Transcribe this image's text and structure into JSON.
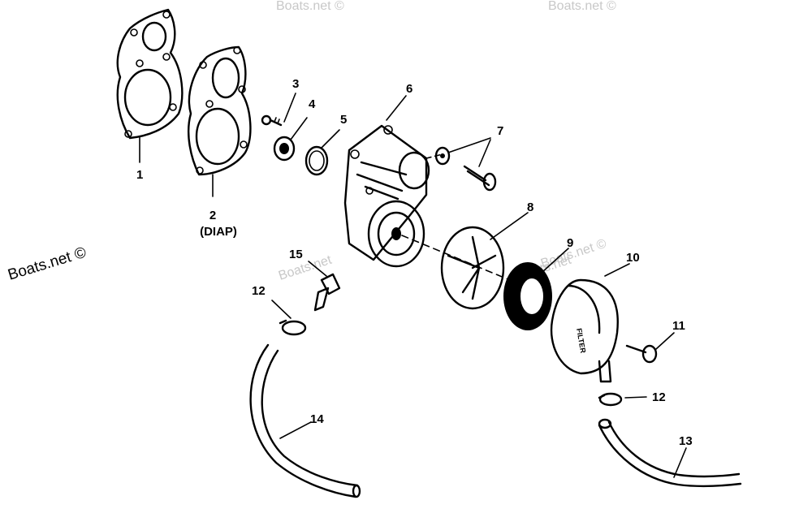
{
  "watermarks": {
    "main": "Boats.net ©",
    "faint": [
      "Boats.net ©",
      "Boats.net ©",
      "Boats.net ©",
      "Boats.net",
      "Boats.net"
    ]
  },
  "filter_text": "FILTER",
  "callouts": [
    {
      "id": "1",
      "label": "1"
    },
    {
      "id": "2",
      "label": "2",
      "sub": "(DIAP)"
    },
    {
      "id": "3",
      "label": "3"
    },
    {
      "id": "4",
      "label": "4"
    },
    {
      "id": "5",
      "label": "5"
    },
    {
      "id": "6",
      "label": "6"
    },
    {
      "id": "7",
      "label": "7"
    },
    {
      "id": "8",
      "label": "8"
    },
    {
      "id": "9",
      "label": "9"
    },
    {
      "id": "10",
      "label": "10"
    },
    {
      "id": "11",
      "label": "11"
    },
    {
      "id": "12a",
      "label": "12"
    },
    {
      "id": "12b",
      "label": "12"
    },
    {
      "id": "13",
      "label": "13"
    },
    {
      "id": "14",
      "label": "14"
    },
    {
      "id": "15",
      "label": "15"
    }
  ]
}
